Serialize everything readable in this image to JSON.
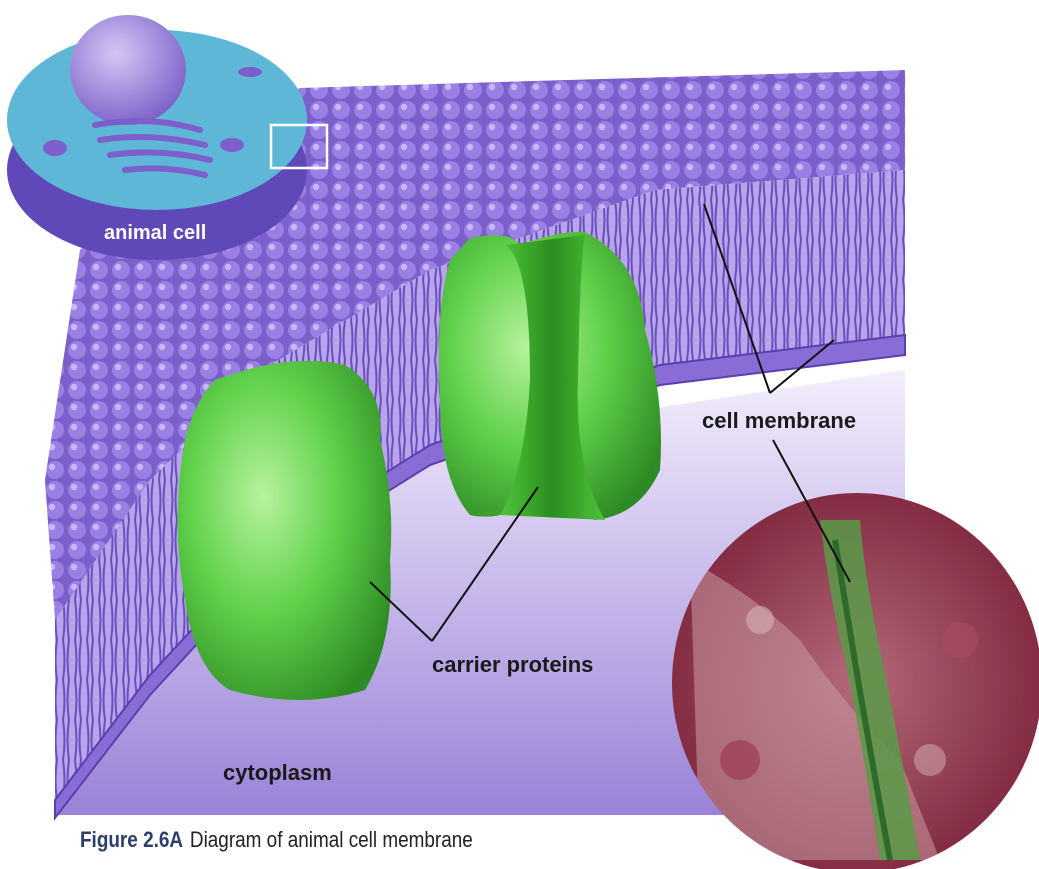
{
  "labels": {
    "animal_cell": "animal cell",
    "cell_membrane": "cell membrane",
    "carrier_proteins": "carrier proteins",
    "cytoplasm": "cytoplasm"
  },
  "caption": {
    "figure_number": "Figure 2.6A",
    "text": "Diagram of animal cell membrane"
  },
  "colors": {
    "membrane": "#8a6cd6",
    "membrane_dark": "#4e3596",
    "protein": "#5fd14a",
    "cell_body": "#5fb7d8",
    "micrograph_red": "#8c3048",
    "micrograph_green": "#5a9a48"
  }
}
